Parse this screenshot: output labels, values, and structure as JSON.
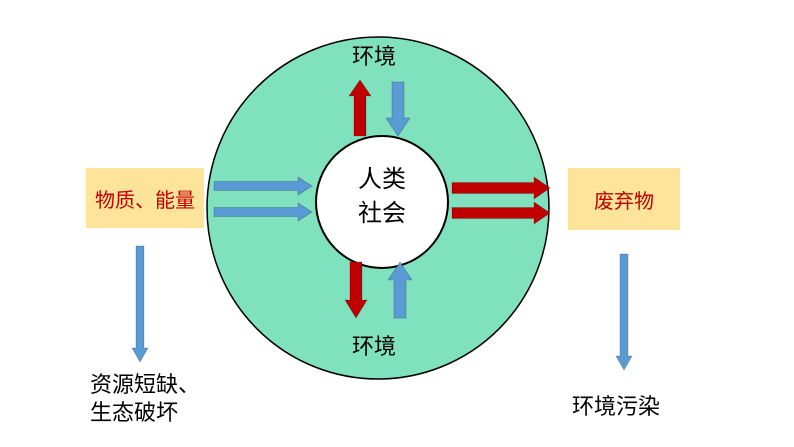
{
  "diagram": {
    "center": {
      "line1": "人类",
      "line2": "社会"
    },
    "top_label": "环境",
    "bottom_label": "环境",
    "left_box": "物质、能量",
    "right_box": "废弃物",
    "left_result": {
      "line1": "资源短缺、",
      "line2": "生态破坏"
    },
    "right_result": "环境污染",
    "colors": {
      "ring": "#7fe1bd",
      "box": "#fde49a",
      "box_text": "#c00000",
      "red_arrow": "#c00000",
      "blue_arrow": "#5b9bd5"
    }
  }
}
